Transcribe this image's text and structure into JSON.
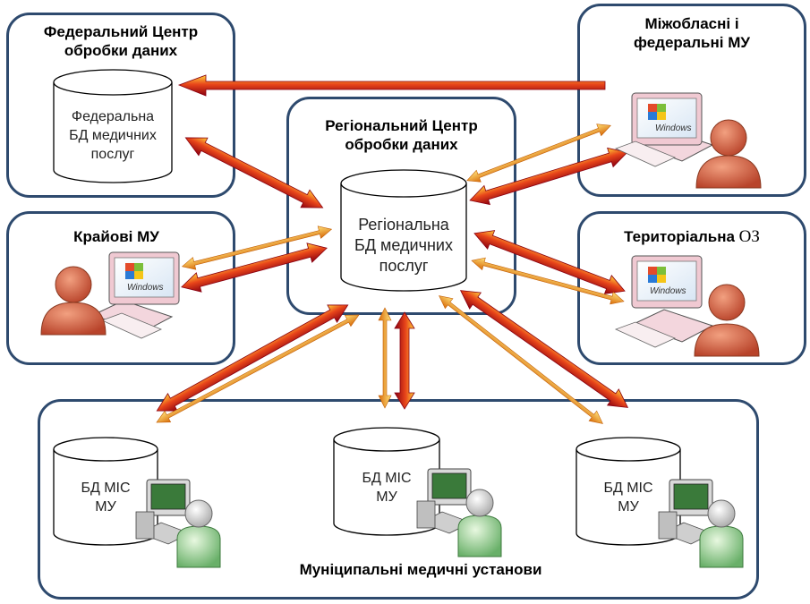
{
  "federal_center": {
    "title": "Федеральний Центр\nобробки даних",
    "db_label": "Федеральна\nБД медичних\nпослуг"
  },
  "interregional": {
    "title": "Міжобласні і\nфедеральні МУ",
    "os_logo": "Windows"
  },
  "regional_center": {
    "title": "Регіональний Центр\nобробки даних",
    "db_label": "Регіональна\nБД медичних\nпослуг"
  },
  "regional_mu": {
    "title": "Крайові МУ",
    "os_logo": "Windows"
  },
  "territorial": {
    "title_main": "Територіальна ",
    "title_suffix": "ОЗ",
    "os_logo": "Windows"
  },
  "municipal": {
    "title": "Муніципальні медичні установи",
    "db_labels": [
      "БД МІС\nМУ",
      "БД МІС\nМУ",
      "БД МІС\nМУ"
    ]
  },
  "colors": {
    "box_border": "#2e4a6e",
    "arrow_red": "#c8102e",
    "arrow_orange": "#e07a10",
    "user_red": "#d9623f",
    "user_green": "#8fcf8f"
  }
}
